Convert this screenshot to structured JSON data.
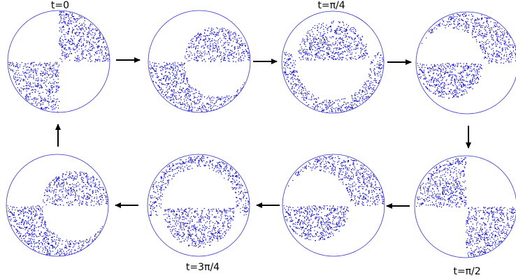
{
  "labels": {
    "t0": "t=0",
    "t_pi_4": "t=π/4",
    "t_pi_2": "t=π/2",
    "t_3pi_4": "t=3π/4"
  },
  "colors": {
    "dots": "#0000cc",
    "outline": "#3333cc",
    "arrow": "#000000"
  },
  "panels": [
    {
      "id": "panel-1",
      "shape": "quadrants-NE-SW",
      "rotation_deg": 0
    },
    {
      "id": "panel-2",
      "shape": "crescent",
      "rotation_deg": 0
    },
    {
      "id": "panel-3",
      "shape": "ring-and-cap",
      "rotation_deg": 0
    },
    {
      "id": "panel-4",
      "shape": "crescent",
      "rotation_deg": 180
    },
    {
      "id": "panel-5",
      "shape": "quadrants-NW-SE",
      "rotation_deg": 0
    },
    {
      "id": "panel-6",
      "shape": "crescent",
      "rotation_deg": 180
    },
    {
      "id": "panel-7",
      "shape": "ring-and-cap",
      "rotation_deg": 180
    },
    {
      "id": "panel-8",
      "shape": "crescent",
      "rotation_deg": 0
    }
  ],
  "flow_order": [
    "panel-1",
    "panel-2",
    "panel-3",
    "panel-4",
    "panel-5",
    "panel-6",
    "panel-7",
    "panel-8"
  ],
  "arrow_icons": [
    "arrow-right-icon",
    "arrow-down-icon",
    "arrow-left-icon",
    "arrow-up-icon"
  ]
}
